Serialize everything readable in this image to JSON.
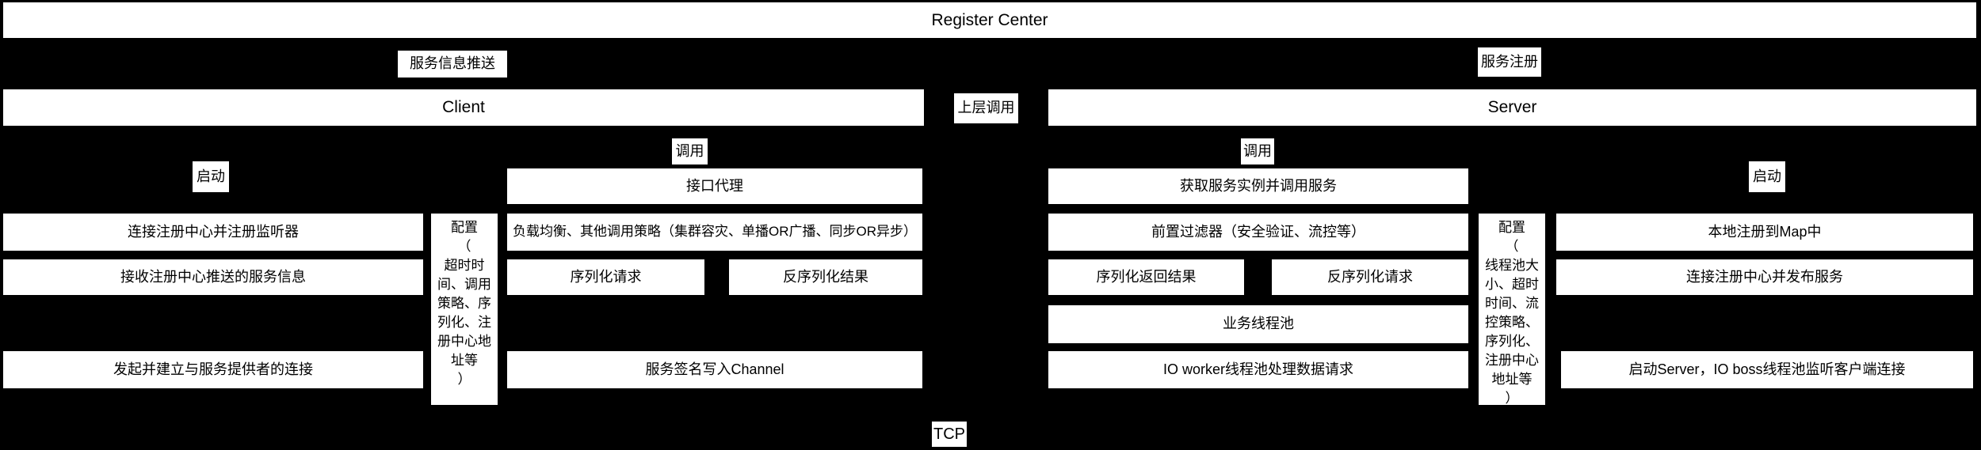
{
  "diagram": {
    "register_center": "Register Center",
    "upper_call": "上层调用",
    "tcp": "TCP",
    "colors": {
      "background": "#000000",
      "box_fill": "#ffffff",
      "text": "#000000"
    },
    "client": {
      "push_label": "服务信息推送",
      "title": "Client",
      "call_label": "调用",
      "start_label": "启动",
      "proxy": "接口代理",
      "config": "配置\n（\n超时时\n间、调用\n策略、序\n列化、注\n册中心地\n址等\n）",
      "load_balance": "负载均衡、其他调用策略（集群容灾、单播OR广播、同步OR异步）",
      "serialize_request": "序列化请求",
      "deserialize_result": "反序列化结果",
      "write_channel": "服务签名写入Channel",
      "steps": [
        "连接注册中心并注册监听器",
        "接收注册中心推送的服务信息",
        "发起并建立与服务提供者的连接"
      ]
    },
    "server": {
      "register_label": "服务注册",
      "title": "Server",
      "call_label": "调用",
      "start_label": "启动",
      "get_instance": "获取服务实例并调用服务",
      "config": "配置\n（\n线程池大\n小、超时\n时间、流\n控策略、\n序列化、\n注册中心\n地址等\n）",
      "pre_filter": "前置过滤器（安全验证、流控等）",
      "serialize_result": "序列化返回结果",
      "deserialize_request": "反序列化请求",
      "business_pool": "业务线程池",
      "io_worker": "IO worker线程池处理数据请求",
      "steps": [
        "本地注册到Map中",
        "连接注册中心并发布服务",
        "启动Server，IO boss线程池监听客户端连接"
      ]
    }
  }
}
